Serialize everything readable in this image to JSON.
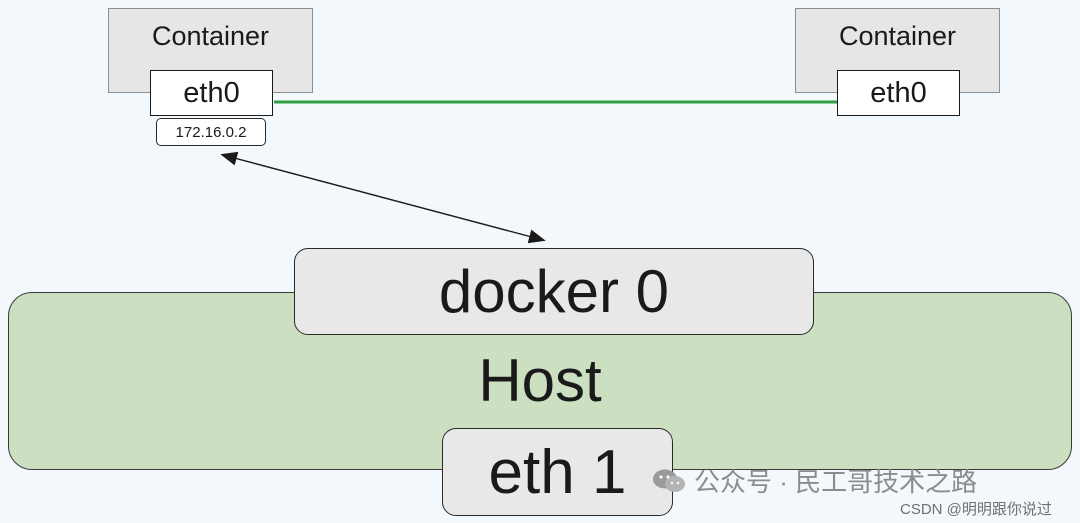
{
  "containers": [
    {
      "label": "Container",
      "interface": "eth0",
      "ip": "172.16.0.2"
    },
    {
      "label": "Container",
      "interface": "eth0"
    }
  ],
  "bridge": {
    "label": "docker 0"
  },
  "host": {
    "label": "Host",
    "interface": "eth 1"
  },
  "watermark": {
    "text": "公众号 · 民工哥技术之路",
    "credit": "CSDN @明明跟你说过"
  },
  "colors": {
    "link": "#2ea043",
    "host_fill": "#cce0c1",
    "pill_fill": "#e8e8e8",
    "container_fill": "#e6e6e6"
  }
}
